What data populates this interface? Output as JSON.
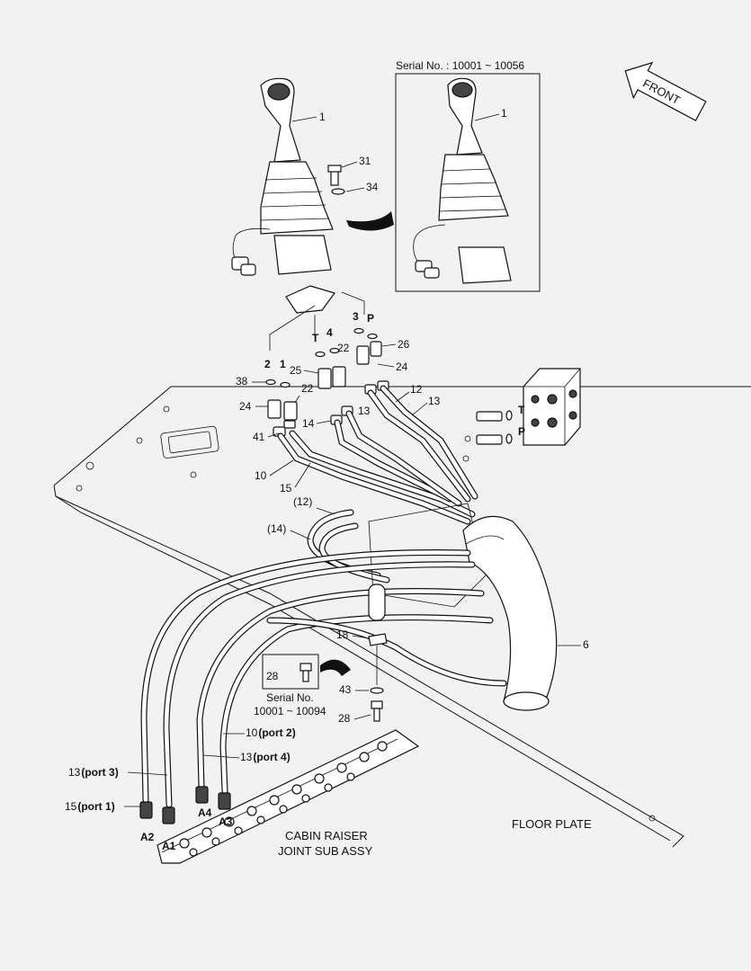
{
  "inset_serial": "Serial No. : 10001 ~ 10056",
  "front_label": "FRONT",
  "serial_box": {
    "line1": "Serial No.",
    "line2": "10001 ~ 10094"
  },
  "floor_plate": "FLOOR PLATE",
  "cabin_raiser": {
    "line1": "CABIN RAISER",
    "line2": "JOINT SUB ASSY"
  },
  "callouts": {
    "c1": "1",
    "c1_inset": "1",
    "c31": "31",
    "c34": "34",
    "c26": "26",
    "c24a": "24",
    "c22a": "22",
    "c25": "25",
    "c38": "38",
    "c22b": "22",
    "c24b": "24",
    "c14": "14",
    "c13a": "13",
    "c12": "12",
    "c13b": "13",
    "c41": "41",
    "c10": "10",
    "c15": "15",
    "c12p": "(12)",
    "c14p": "(14)",
    "c18": "18",
    "c6": "6",
    "c28a": "28",
    "c43": "43",
    "c28b": "28",
    "c10port": "10",
    "c10port_b": "(port 2)",
    "c13port4": "13",
    "c13port4_b": "(port 4)",
    "c13port3": "13",
    "c13port3_b": "(port 3)",
    "c15port1": "15",
    "c15port1_b": "(port 1)"
  },
  "port_labels": {
    "p2": "2",
    "p1": "1",
    "pT": "T",
    "p4": "4",
    "p3": "3",
    "pP": "P",
    "vT": "T",
    "vP": "P",
    "A1": "A1",
    "A2": "A2",
    "A3": "A3",
    "A4": "A4"
  }
}
